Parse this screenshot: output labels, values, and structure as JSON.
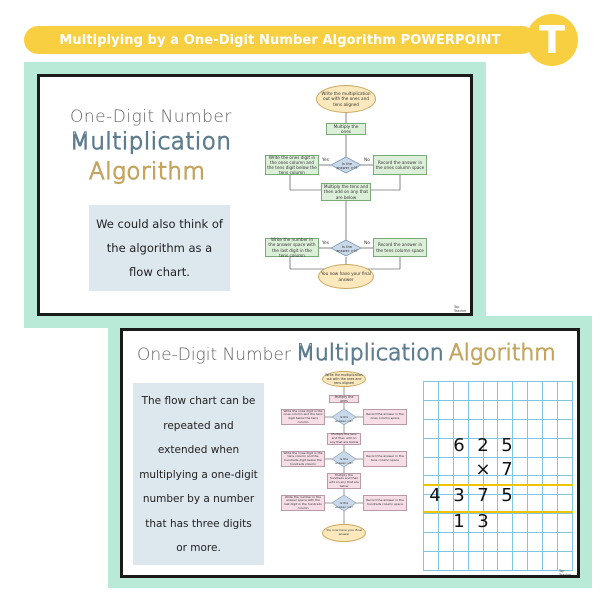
{
  "banner": {
    "title": "Multiplying by a One-Digit Number Algorithm POWERPOINT",
    "logo_letter": "T"
  },
  "colors": {
    "banner": "#f8cf40",
    "frame": "#b9ead8",
    "green_box": "#dcefd8",
    "pink_box": "#f6dde6",
    "oval": "#fbe8bd",
    "diamond": "#c9d9ea",
    "grid": "#7fc6e2",
    "highlight": "#f0c400"
  },
  "slide1": {
    "title_line1": "One-Digit Number",
    "title_line2": "Multiplication",
    "title_line3": "Algorithm",
    "note_lines": [
      "We could also think of",
      "the algorithm as a",
      "flow chart."
    ],
    "watermark": "Top Teacher",
    "flow": {
      "start": "Write the multiplication out with the ones and tens aligned",
      "step1": "Multiply the ones",
      "left1": "Write the ones digit in the ones column and the tens digit below the tens column",
      "q1": "Is the answer >9?",
      "right1": "Record the answer in the ones column space",
      "yes": "Yes",
      "no": "No",
      "step2": "Multiply the tens and then add on any that are below",
      "left2": "Write the number in the answer space with the last digit in the tens column",
      "q2": "Is the answer >9?",
      "right2": "Record the answer in the tens column space",
      "end": "You now have your final answer"
    }
  },
  "slide2": {
    "title_part1": "One-Digit Number",
    "title_part2": "Multiplication",
    "title_part3": "Algorithm",
    "note_lines": [
      "The flow chart can be",
      "repeated and",
      "extended when",
      "multiplying a one-digit",
      "number by a number",
      "that has three digits",
      "or more."
    ],
    "watermark": "Top Teacher",
    "flow": {
      "start": "Write the multiplication out with the ones and tens aligned",
      "step1": "Multiply the ones",
      "left1": "Write the ones digit in the ones column and the tens digit below the tens column",
      "q1": "Is the answer >9?",
      "right1": "Record the answer in the ones column space",
      "step2": "Multiply the tens and then add on any that are below",
      "left2": "Write the ones digit in the tens column and the hundreds digit below the hundreds column",
      "q2": "Is the answer >9?",
      "right2": "Record the answer in the tens column space",
      "step3": "Multiply the hundreds and then add on any that are below",
      "left3": "Write the number in the answer space with the last digit in the hundreds column",
      "q3": "Is the answer >9?",
      "right3": "Record the answer in the hundreds column space",
      "end": "You now have your final answer",
      "yes": "Yes",
      "no": "No"
    },
    "calc": {
      "row1": [
        "6",
        "2",
        "5"
      ],
      "row2_op": "×",
      "row2": [
        "7"
      ],
      "row3": [
        "4",
        "3",
        "7",
        "5"
      ],
      "row4": [
        "1",
        "3"
      ]
    }
  }
}
